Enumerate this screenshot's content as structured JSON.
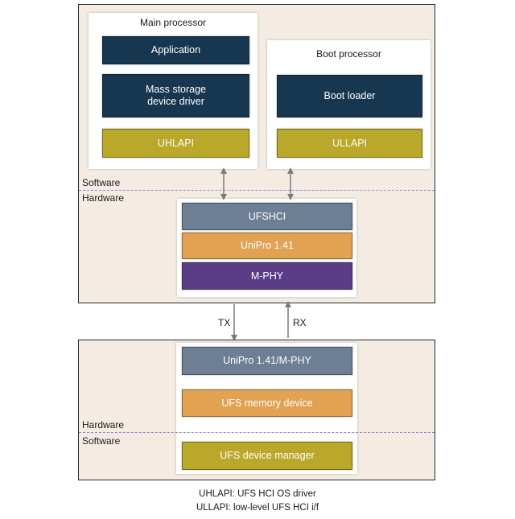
{
  "host": {
    "main_processor": {
      "title": "Main processor",
      "blocks": [
        "Application",
        "Mass storage\ndevice driver",
        "UHLAPI"
      ]
    },
    "boot_processor": {
      "title": "Boot processor",
      "blocks": [
        "Boot loader",
        "ULLAPI"
      ]
    },
    "software_label": "Software",
    "hardware_label": "Hardware",
    "controller_blocks": [
      "UFSHCI",
      "UniPro 1.41",
      "M-PHY"
    ]
  },
  "link": {
    "tx_label": "TX",
    "rx_label": "RX"
  },
  "device": {
    "blocks": [
      "UniPro 1.41/M-PHY",
      "UFS memory device",
      "UFS device manager"
    ],
    "hardware_label": "Hardware",
    "software_label": "Software"
  },
  "legend": [
    "UHLAPI: UFS HCI OS driver",
    "ULLAPI: low-level UFS HCI i/f"
  ],
  "colors": {
    "navy": "#16374f",
    "olive": "#b9a82a",
    "slate": "#6d7f93",
    "orange": "#e2a252",
    "purple": "#5a3d86",
    "panel": "#f4ece3",
    "dash": "#9a86c4"
  }
}
